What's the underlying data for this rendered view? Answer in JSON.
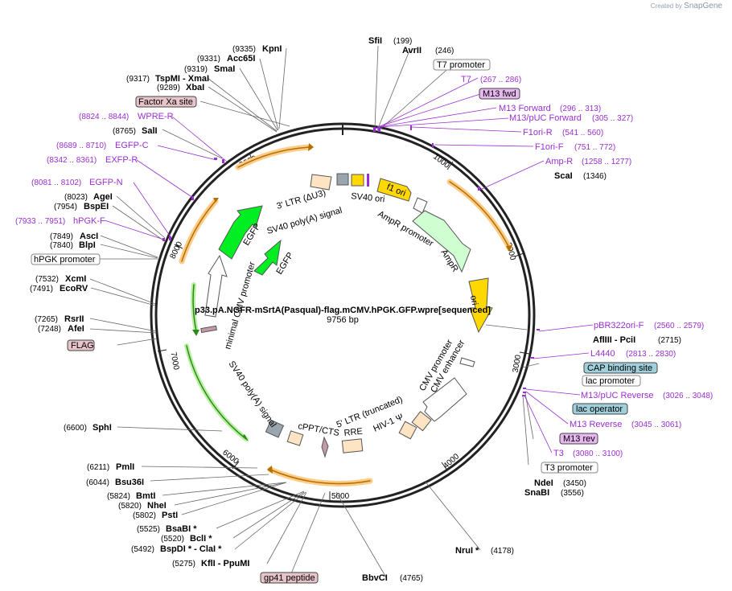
{
  "credit": {
    "prefix": "Created by",
    "brand": "SnapGene"
  },
  "plasmid": {
    "name": "p33.pA.NGFR-mSrtA(Pasqual)-flag.mCMV.hPGK.GFP.wpre[sequenced]",
    "length": "9756 bp"
  },
  "ticks": [
    "1000",
    "2000",
    "3000",
    "4000",
    "5000",
    "6000",
    "7000",
    "8000",
    "9000"
  ],
  "enzymes": [
    {
      "name": "SfiI",
      "pos": "(199)"
    },
    {
      "name": "AvrII",
      "pos": "(246)"
    },
    {
      "name": "ScaI",
      "pos": "(1346)"
    },
    {
      "name": "AflIII - PciI",
      "pos": "(2715)"
    },
    {
      "name": "NdeI",
      "pos": "(3450)"
    },
    {
      "name": "SnaBI",
      "pos": "(3556)"
    },
    {
      "name": "NruI *",
      "pos": "(4178)"
    },
    {
      "name": "BbvCI",
      "pos": "(4765)"
    },
    {
      "name": "KflI - PpuMI",
      "pos": "(5275)"
    },
    {
      "name": "BspDI * - ClaI *",
      "pos": "(5492)"
    },
    {
      "name": "BclI *",
      "pos": "(5520)"
    },
    {
      "name": "BsaBI *",
      "pos": "(5525)"
    },
    {
      "name": "PstI",
      "pos": "(5802)"
    },
    {
      "name": "NheI",
      "pos": "(5820)"
    },
    {
      "name": "BmtI",
      "pos": "(5824)"
    },
    {
      "name": "Bsu36I",
      "pos": "(6044)"
    },
    {
      "name": "PmlI",
      "pos": "(6211)"
    },
    {
      "name": "SphI",
      "pos": "(6600)"
    },
    {
      "name": "AfeI",
      "pos": "(7248)"
    },
    {
      "name": "RsrII",
      "pos": "(7265)"
    },
    {
      "name": "EcoRV",
      "pos": "(7491)"
    },
    {
      "name": "XcmI",
      "pos": "(7532)"
    },
    {
      "name": "BlpI",
      "pos": "(7840)"
    },
    {
      "name": "AscI",
      "pos": "(7849)"
    },
    {
      "name": "BspEI",
      "pos": "(7954)"
    },
    {
      "name": "AgeI",
      "pos": "(8023)"
    },
    {
      "name": "SalI",
      "pos": "(8765)"
    },
    {
      "name": "XbaI",
      "pos": "(9289)"
    },
    {
      "name": "TspMI - XmaI",
      "pos": "(9317)"
    },
    {
      "name": "SmaI",
      "pos": "(9319)"
    },
    {
      "name": "Acc65I",
      "pos": "(9331)"
    },
    {
      "name": "KpnI",
      "pos": "(9335)"
    }
  ],
  "primers": [
    {
      "name": "T7",
      "pos": "(267 .. 286)"
    },
    {
      "name": "M13 Forward",
      "pos": "(296 .. 313)"
    },
    {
      "name": "M13/pUC Forward",
      "pos": "(305 .. 327)"
    },
    {
      "name": "F1ori-R",
      "pos": "(541 .. 560)"
    },
    {
      "name": "F1ori-F",
      "pos": "(751 .. 772)"
    },
    {
      "name": "Amp-R",
      "pos": "(1258 .. 1277)"
    },
    {
      "name": "pBR322ori-F",
      "pos": "(2560 .. 2579)"
    },
    {
      "name": "L4440",
      "pos": "(2813 .. 2830)"
    },
    {
      "name": "M13/pUC Reverse",
      "pos": "(3026 .. 3048)"
    },
    {
      "name": "M13 Reverse",
      "pos": "(3045 .. 3061)"
    },
    {
      "name": "T3",
      "pos": "(3080 .. 3100)"
    },
    {
      "name": "WPRE-R",
      "pos": "(8824 .. 8844)"
    },
    {
      "name": "EGFP-C",
      "pos": "(8689 .. 8710)"
    },
    {
      "name": "EXFP-R",
      "pos": "(8342 .. 8361)"
    },
    {
      "name": "EGFP-N",
      "pos": "(8081 .. 8102)"
    },
    {
      "name": "hPGK-F",
      "pos": "(7933 .. 7951)"
    }
  ],
  "feature_boxes": [
    "T7 promoter",
    "M13 fwd",
    "CAP binding site",
    "lac promoter",
    "lac operator",
    "M13 rev",
    "T3 promoter",
    "Factor Xa site",
    "hPGK promoter",
    "FLAG",
    "gp41 peptide"
  ],
  "feature_labels": [
    "3' LTR (ΔU3)",
    "SV40 poly(A) signal",
    "SV40 ori",
    "f1 ori",
    "AmpR promoter",
    "AmpR",
    "ori",
    "CMV promoter",
    "CMV enhancer",
    "5' LTR (truncated)",
    "HIV-1 Ψ",
    "RRE",
    "cPPT/CTS",
    "SV40 poly(A) signal",
    "minimal CMV promoter",
    "EGFP",
    "EGFP"
  ],
  "colors": {
    "primer": "#9a2fd0",
    "orf_yellow": "#ffd800",
    "orf_green": "#00ee22",
    "ampr": "#cfffd0",
    "box_pink": "#e6c4c9",
    "box_purple": "#e7b8f0",
    "box_teal": "#9fd0dc",
    "arc_orange": "#ffcc88"
  }
}
